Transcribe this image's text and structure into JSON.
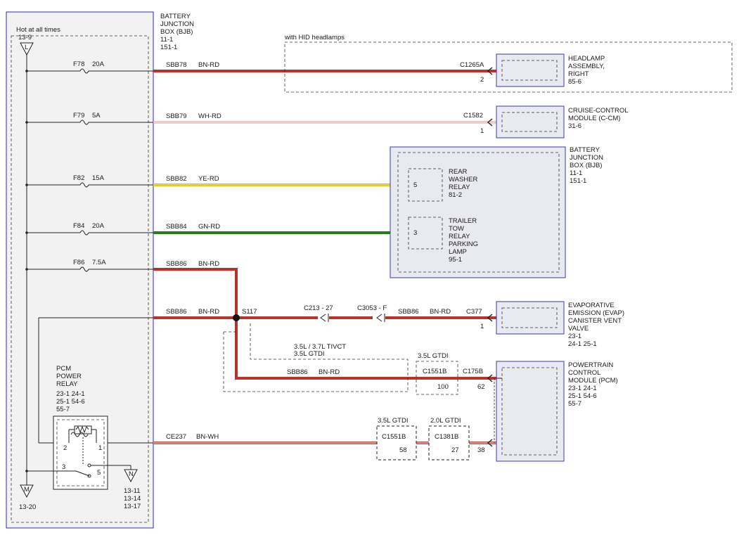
{
  "bjb_left": {
    "title": [
      "BATTERY",
      "JUNCTION",
      "BOX (BJB)",
      "11-1",
      "151-1"
    ],
    "hot": "Hot at all times",
    "top_ref": "13-9",
    "top_sym": "L",
    "bottom_sym": "M",
    "bottom_ref": "13-20"
  },
  "fuses": [
    {
      "name": "F78",
      "amp": "20A"
    },
    {
      "name": "F79",
      "amp": "5A"
    },
    {
      "name": "F82",
      "amp": "15A"
    },
    {
      "name": "F84",
      "amp": "20A"
    },
    {
      "name": "F86",
      "amp": "7.5A"
    }
  ],
  "circuits": [
    {
      "id": "SBB78",
      "color": "BN-RD"
    },
    {
      "id": "SBB79",
      "color": "WH-RD"
    },
    {
      "id": "SBB82",
      "color": "YE-RD"
    },
    {
      "id": "SBB84",
      "color": "GN-RD"
    },
    {
      "id": "SBB86",
      "color": "BN-RD"
    },
    {
      "id": "SBB86",
      "color": "BN-RD"
    },
    {
      "id": "SBB86",
      "color": "BN-RD"
    },
    {
      "id": "SBB86",
      "color": "BN-RD"
    },
    {
      "id": "CE237",
      "color": "BN-WH"
    }
  ],
  "hid": {
    "label": "with HID headlamps"
  },
  "headlamp": {
    "connector": "C1265A",
    "pin": "2",
    "label": [
      "HEADLAMP",
      "ASSEMBLY,",
      "RIGHT",
      "85-6"
    ]
  },
  "cruise": {
    "connector": "C1582",
    "pin": "1",
    "label": [
      "CRUISE-CONTROL",
      "MODULE (C-CM)",
      "31-6"
    ]
  },
  "bjb_right": {
    "label": [
      "BATTERY",
      "JUNCTION",
      "BOX (BJB)",
      "11-1",
      "151-1"
    ],
    "washer": {
      "pin": "5",
      "label": [
        "REAR",
        "WASHER",
        "RELAY",
        "81-2"
      ]
    },
    "trailer": {
      "pin": "3",
      "label": [
        "TRAILER",
        "TOW",
        "RELAY",
        "PARKING",
        "LAMP",
        "95-1"
      ]
    }
  },
  "splice": {
    "name": "S117"
  },
  "inline": {
    "c213": "C213 - 27",
    "c3053": "C3053 - F"
  },
  "evap": {
    "connector": "C377",
    "pin": "1",
    "label": [
      "EVAPORATIVE",
      "EMISSION (EVAP)",
      "CANISTER VENT",
      "VALVE",
      "23-1",
      "24-1    25-1"
    ]
  },
  "options": {
    "tivct": [
      "3.5L / 3.7L TIVCT",
      "3.5L GTDI"
    ],
    "gtdi35_a": "3.5L GTDI",
    "gtdi35_b": "3.5L GTDI",
    "gtdi20": "2.0L GTDI"
  },
  "c1551b_top": {
    "name": "C1551B",
    "pin": "100"
  },
  "c175b": {
    "name": "C175B",
    "pin": "62"
  },
  "c1551b_bot": {
    "name": "C1551B",
    "pin": "58"
  },
  "c1381b": {
    "name": "C1381B",
    "pin": "27"
  },
  "pin38": "38",
  "pcm": {
    "label": [
      "POWERTRAIN",
      "CONTROL",
      "MODULE (PCM)",
      "23-1    24-1",
      "25-1    54-6",
      "55-7"
    ]
  },
  "relay": {
    "label": [
      "PCM",
      "POWER",
      "RELAY",
      "23-1    24-1",
      "25-1    54-6",
      "55-7"
    ],
    "pins": [
      "2",
      "1",
      "3",
      "5"
    ],
    "ground_sym": "N",
    "ground_refs": [
      "13-11",
      "13-14",
      "13-17"
    ]
  },
  "colors": {
    "bn_rd": "#b8332b",
    "wh_rd": "#d79a9a",
    "ye_rd": "#d8c21e",
    "gn_rd": "#2d7a1e",
    "bn_wh": "#b8554f",
    "frame": "#2b2bb0"
  }
}
